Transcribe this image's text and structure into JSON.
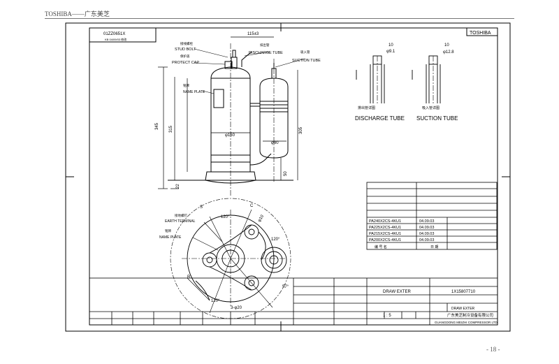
{
  "header": {
    "text": "TOSHIBA——广东美芝"
  },
  "footer": {
    "page": "- 18 -"
  },
  "sheet": {
    "brand": "TOSHIBA",
    "top_left_code": "01ZZ0651X",
    "top_left_sub": "KB 04/09/03 修改"
  },
  "labels": {
    "stud_bolt_cn": "接线螺栓",
    "stud_bolt": "STUD BOLT",
    "protect_cap_cn": "保护盖",
    "protect_cap": "PROTECT CAP",
    "name_plate_cn": "铭牌",
    "name_plate": "NAME PLATE",
    "discharge_tube_cn": "排出管",
    "discharge_tube": "DISCHARGE TUBE",
    "suction_tube_cn": "吸入管",
    "suction_tube": "SUCTION TUBE",
    "earth_terminal_cn": "接地螺钉",
    "earth_terminal": "EARTH TERMINAL",
    "name_plate2_cn": "铭牌",
    "name_plate2": "NAME PLATE",
    "discharge_detail_cn": "排出管详图",
    "discharge_detail": "DISCHARGE TUBE",
    "suction_detail_cn": "吸入管详图",
    "suction_detail": "SUCTION TUBE"
  },
  "dimensions": {
    "d1": "115±3",
    "d2": "345",
    "d3": "315",
    "d4": "305",
    "d5": "φ150",
    "d6": "φ80",
    "d7": "50",
    "d8": "22",
    "d9": "φ9.1",
    "d10": "φ12.8",
    "d11": "10",
    "d12": "120°",
    "d13": "120°",
    "d14": "120°",
    "d15": "57°",
    "d16": "3-φ20",
    "d17": "S",
    "d18": "C",
    "d19": "R",
    "d20": "φ10"
  },
  "models_table": {
    "rows": [
      {
        "model": "PA240X2CS-4KU1",
        "date": "04.09.03"
      },
      {
        "model": "PA225X2CS-4KU1",
        "date": "04.09.03"
      },
      {
        "model": "PA215X2CS-4KU1",
        "date": "04.09.03"
      },
      {
        "model": "PA200X2CS-4KU1",
        "date": "04.09.03"
      }
    ],
    "foot_left": "编  号  名",
    "foot_right": "日  期"
  },
  "title_block": {
    "draw_title": "DRAW  EXTER",
    "drawing_no": "1X15807710",
    "part_name": "DRAW EXTER",
    "scale": "1 : 5",
    "company_cn": "广东美芝制冷设备有限公司",
    "company_en": "GUANGDONG MEIZHI COMPRESSOR LTD"
  }
}
